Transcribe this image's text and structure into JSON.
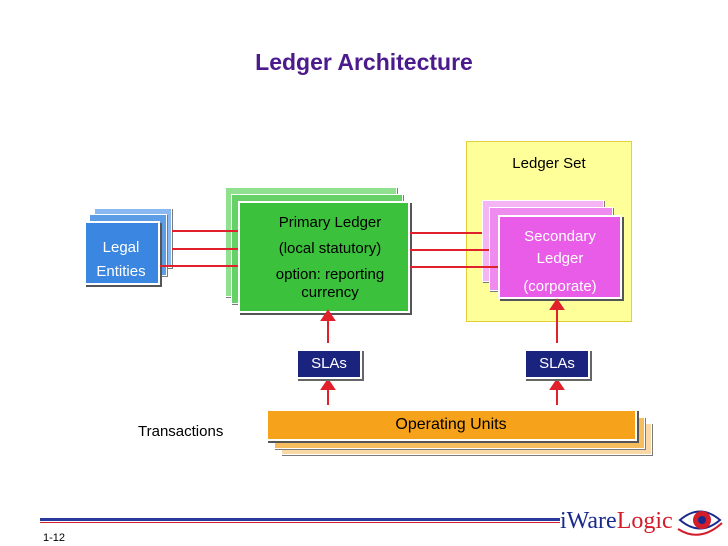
{
  "title": "Ledger Architecture",
  "ledger_set": {
    "label": "Ledger Set"
  },
  "legal_entities": {
    "line1": "Legal",
    "line2": "Entities"
  },
  "primary_ledger": {
    "line1": "Primary Ledger",
    "line2": "(local statutory)",
    "line3": "option: reporting",
    "line4": "currency"
  },
  "secondary_ledger": {
    "line1": "Secondary",
    "line2": "Ledger",
    "line3": "(corporate)"
  },
  "slas_left": "SLAs",
  "slas_right": "SLAs",
  "operating_units": "Operating Units",
  "transactions": "Transactions",
  "slide_number": "1-12",
  "logo": {
    "part1": "iWare",
    "part2": "Logic"
  },
  "colors": {
    "title": "#4b1a8c",
    "legal_entities": "#3a86e0",
    "primary_ledger": "#3bc13b",
    "secondary_ledger": "#e85ce8",
    "ledger_set_bg": "#ffff99",
    "slas": "#1a237e",
    "operating_units": "#f7a21b",
    "arrows": "#e0202a"
  }
}
